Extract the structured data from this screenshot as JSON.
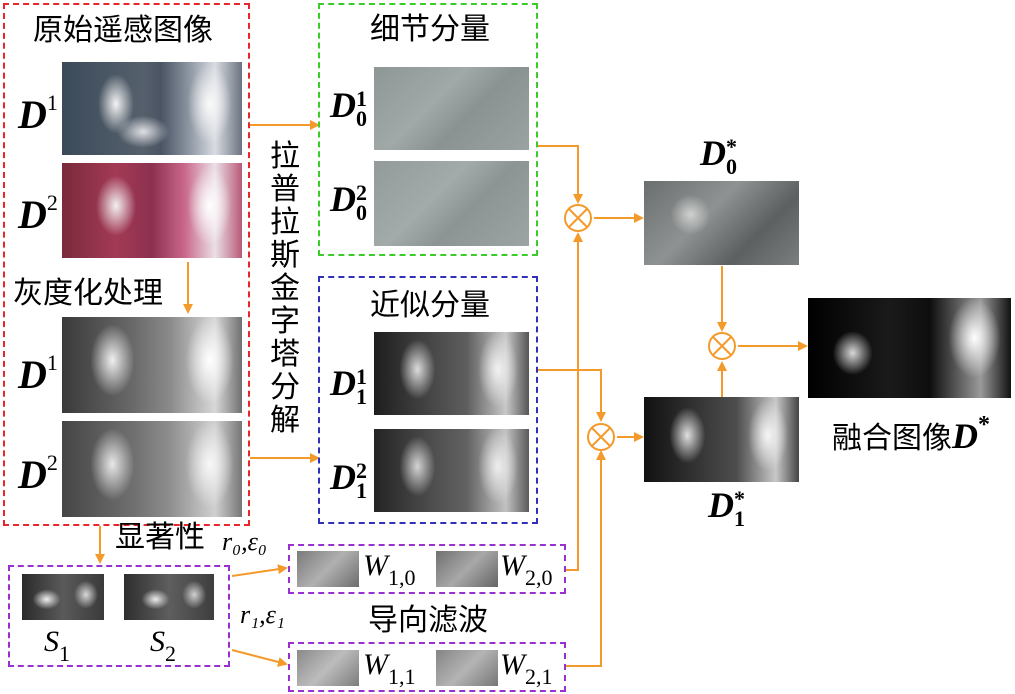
{
  "blocks": {
    "original": "原始遥感图像",
    "gray": "灰度化处理",
    "detail": "细节分量",
    "approx": "近似分量",
    "saliency": "显著性",
    "guided": "导向滤波",
    "fused": "融合图像",
    "laplacian": "拉普拉斯金字塔分解"
  },
  "symbols": {
    "D": "D",
    "star": "*",
    "one": "1",
    "two": "2",
    "zero": "0",
    "S": "S",
    "W": "W",
    "W10": "1,0",
    "W20": "2,0",
    "W11": "1,1",
    "W21": "2,1",
    "r0eps0": "r₀,ε₀",
    "r1eps1": "r₁,ε₁",
    "otimes": "⊗"
  },
  "colors": {
    "red_frame": "#e8262b",
    "green_frame": "#3ccc2a",
    "blue_frame": "#3030b8",
    "purple_frame": "#9a30d0",
    "arrow": "#f39a2a"
  }
}
